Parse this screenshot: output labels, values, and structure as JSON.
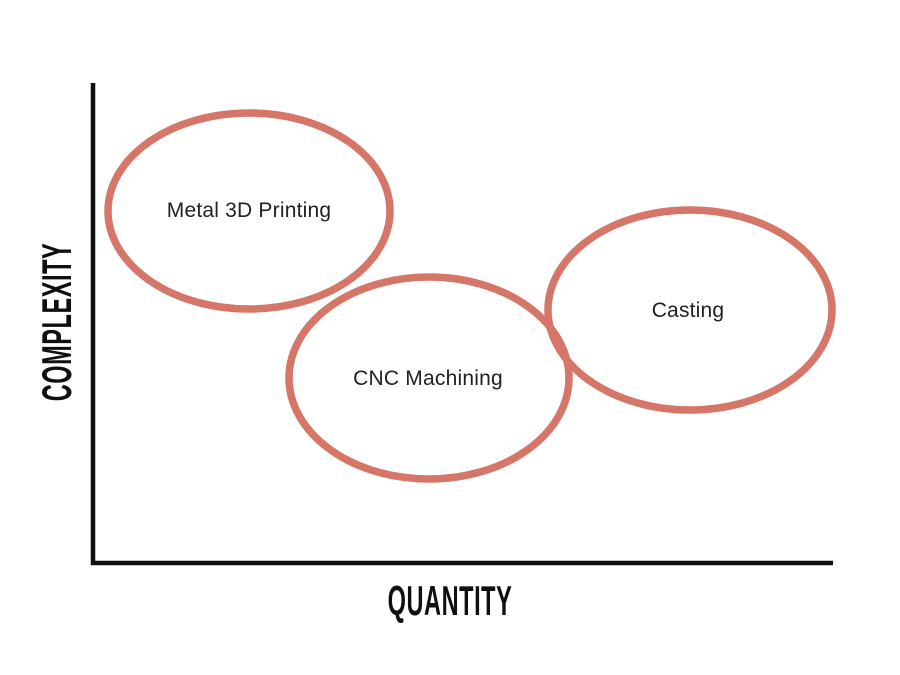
{
  "page": {
    "background_color": "#ffffff"
  },
  "chart_data": {
    "type": "bubble",
    "title": "",
    "xlabel": "QUANTITY",
    "ylabel": "COMPLEXITY",
    "axis_color": "#0f0f0f",
    "axis_ticks": "none",
    "gridlines": false,
    "legend": "none",
    "bubble_outline_color": "#D57668",
    "bubble_fill": "none",
    "label_text_color": "#212121",
    "bubbles": [
      {
        "label": "Metal 3D Printing",
        "x_rel": 0.21,
        "y_rel": 0.73
      },
      {
        "label": "CNC Machining",
        "x_rel": 0.453,
        "y_rel": 0.383
      },
      {
        "label": "Casting",
        "x_rel": 0.804,
        "y_rel": 0.525
      }
    ]
  }
}
